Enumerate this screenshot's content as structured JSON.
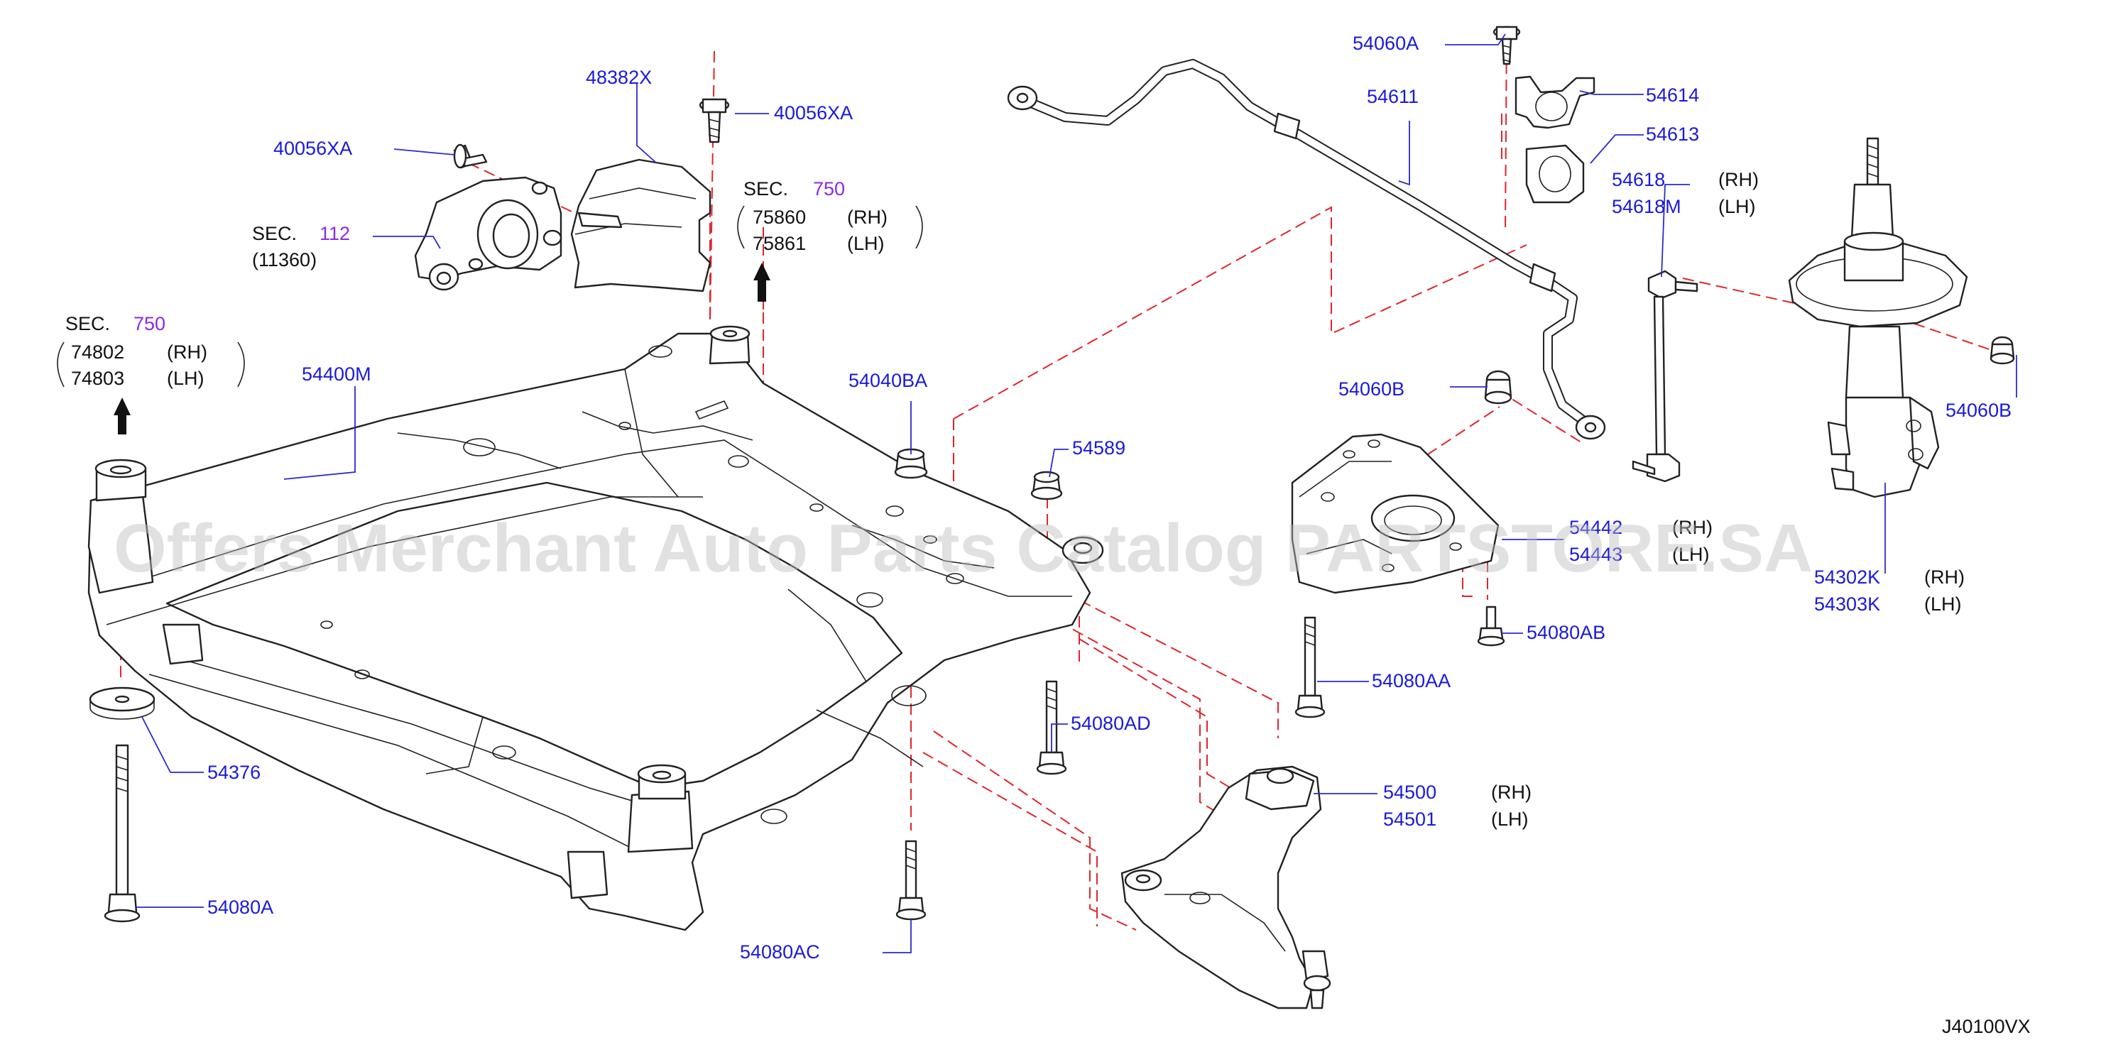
{
  "diagram_code": "J40100VX",
  "watermark": "Offers Merchant Auto Parts Catalog PARTSTORE.SA",
  "colors": {
    "part_number": "#1a1adc",
    "section_ref": "#8a2be2",
    "guide_line": "#e0252a",
    "text": "#111111"
  },
  "labels": {
    "p48382X": "48382X",
    "p40056XA_top": "40056XA",
    "p40056XA_left": "40056XA",
    "sec112": {
      "prefix": "SEC.",
      "num": "112",
      "sub": "(11360)"
    },
    "sec750_right": {
      "prefix": "SEC.",
      "num": "750",
      "rows": [
        [
          "75860",
          "(RH)"
        ],
        [
          "75861",
          "(LH)"
        ]
      ]
    },
    "sec750_left": {
      "prefix": "SEC.",
      "num": "750",
      "rows": [
        [
          "74802",
          "(RH)"
        ],
        [
          "74803",
          "(LH)"
        ]
      ]
    },
    "p54400M": "54400M",
    "p54040BA": "54040BA",
    "p54589": "54589",
    "p54060A": "54060A",
    "p54611": "54611",
    "p54614": "54614",
    "p54613": "54613",
    "p54618": {
      "rows": [
        [
          "54618",
          "(RH)"
        ],
        [
          "54618M",
          "(LH)"
        ]
      ]
    },
    "p54060B_left": "54060B",
    "p54060B_right": "54060B",
    "p54442": {
      "rows": [
        [
          "54442",
          "(RH)"
        ],
        [
          "54443",
          "(LH)"
        ]
      ]
    },
    "p54302K": {
      "rows": [
        [
          "54302K",
          "(RH)"
        ],
        [
          "54303K",
          "(LH)"
        ]
      ]
    },
    "p54080AB": "54080AB",
    "p54080AA": "54080AA",
    "p54080AD": "54080AD",
    "p54500": {
      "rows": [
        [
          "54500",
          "(RH)"
        ],
        [
          "54501",
          "(LH)"
        ]
      ]
    },
    "p54376": "54376",
    "p54080A": "54080A",
    "p54080AC": "54080AC"
  }
}
